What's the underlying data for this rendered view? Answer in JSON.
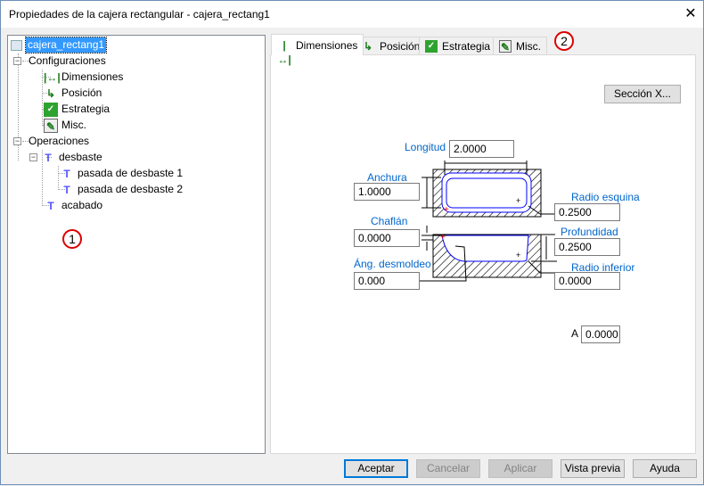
{
  "window": {
    "title": "Propiedades de la cajera rectangular - cajera_rectang1",
    "close": "✕"
  },
  "tree": {
    "root": "cajera_rectang1",
    "config": "Configuraciones",
    "config_items": [
      "Dimensiones",
      "Posición",
      "Estrategia",
      "Misc."
    ],
    "ops": "Operaciones",
    "desbaste": "desbaste",
    "passes": [
      "pasada de desbaste 1",
      "pasada de desbaste 2"
    ],
    "acabado": "acabado"
  },
  "tabs": [
    "Dimensiones",
    "Posición",
    "Estrategia",
    "Misc."
  ],
  "section_button": "Sección X...",
  "fields": {
    "longitud": {
      "label": "Longitud",
      "value": "2.0000"
    },
    "anchura": {
      "label": "Anchura",
      "value": "1.0000"
    },
    "radio_esquina": {
      "label": "Radio esquina",
      "value": "0.2500"
    },
    "chaflan": {
      "label": "Chaflán",
      "value": "0.0000"
    },
    "profundidad": {
      "label": "Profundidad",
      "value": "0.2500"
    },
    "ang_desmoldeo": {
      "label": "Áng. desmoldeo",
      "value": "0.000"
    },
    "radio_inferior": {
      "label": "Radio inferior",
      "value": "0.0000"
    },
    "a": {
      "label": "A",
      "value": "0.0000"
    }
  },
  "buttons": {
    "ok": "Aceptar",
    "cancel": "Cancelar",
    "apply": "Aplicar",
    "preview": "Vista previa",
    "help": "Ayuda"
  },
  "callouts": [
    "1",
    "2"
  ]
}
